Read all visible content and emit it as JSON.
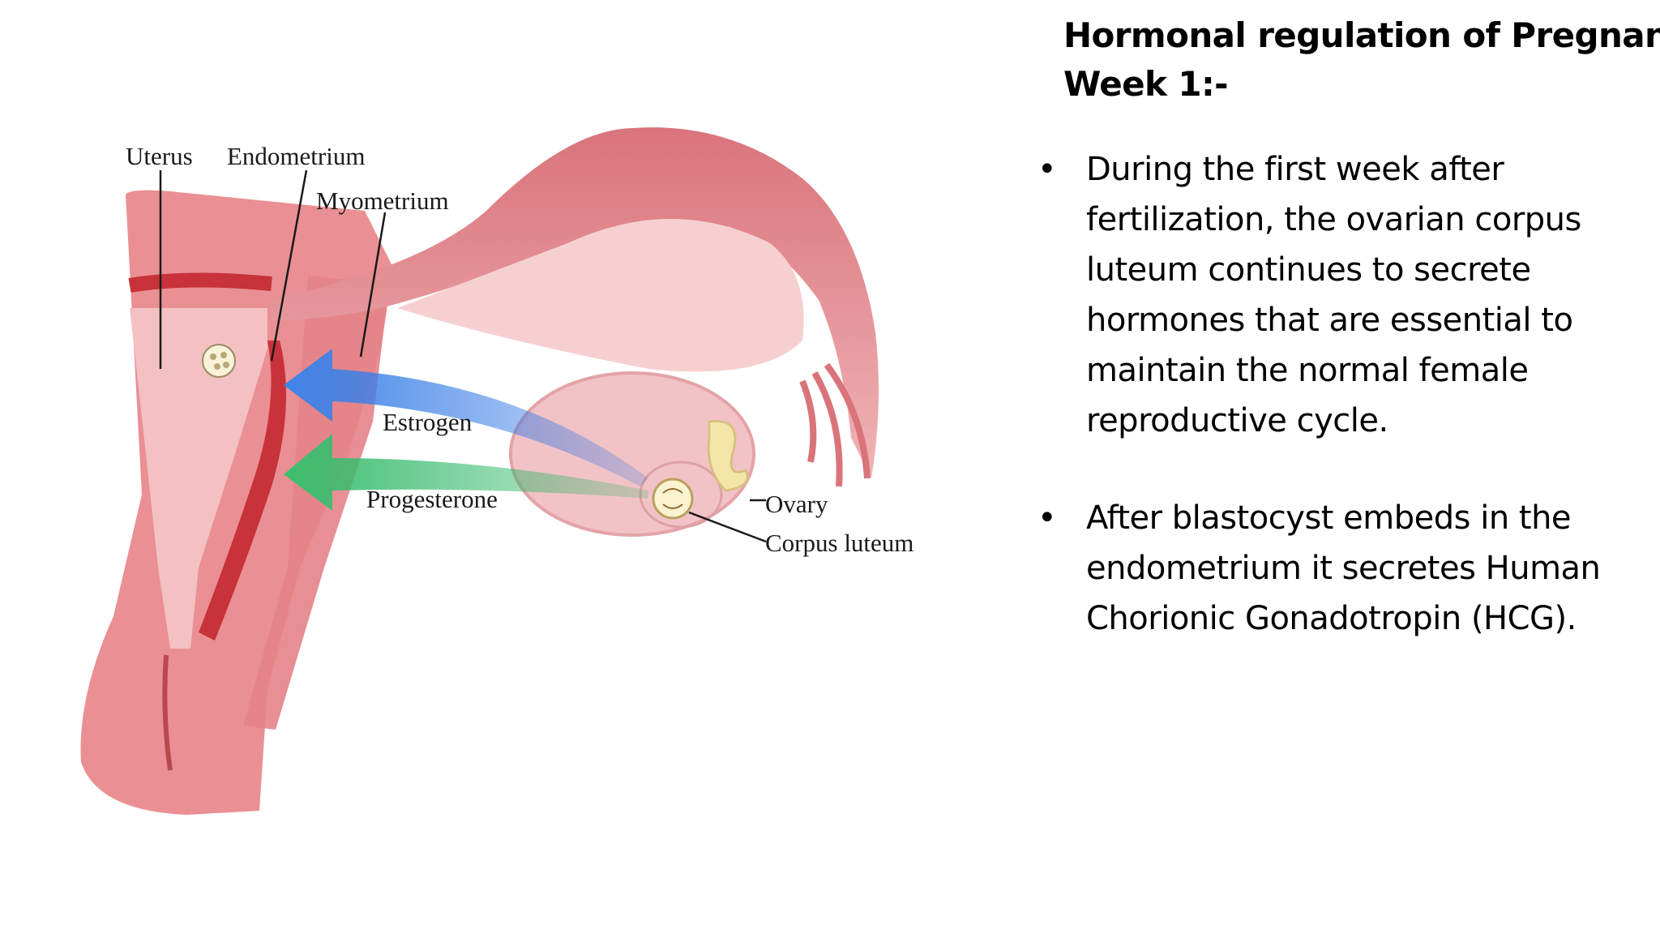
{
  "heading": {
    "line1": "Hormonal regulation of Pregnancy",
    "line2": "Week 1:-"
  },
  "bullet_glyph": "•",
  "bullets": [
    "During the first week after fertilization, the ovarian corpus luteum continues to secrete hormones that are essential to maintain the normal female reproductive cycle.",
    "After blastocyst embeds in the endometrium it secretes Human Chorionic Gonadotropin (HCG)."
  ],
  "diagram_labels": {
    "uterus": "Uterus",
    "endometrium": "Endometrium",
    "myometrium": "Myometrium",
    "estrogen": "Estrogen",
    "progesterone": "Progesterone",
    "ovary": "Ovary",
    "corpus_luteum": "Corpus luteum"
  },
  "colors": {
    "tissue_pink": "#e98a8e",
    "tissue_light": "#f3b8b9",
    "endometrium_red": "#c8323a",
    "estrogen_arrow": "#4a8fe8",
    "progesterone_arrow": "#3bbf6a",
    "ovary_fill": "#f2c3c6"
  }
}
